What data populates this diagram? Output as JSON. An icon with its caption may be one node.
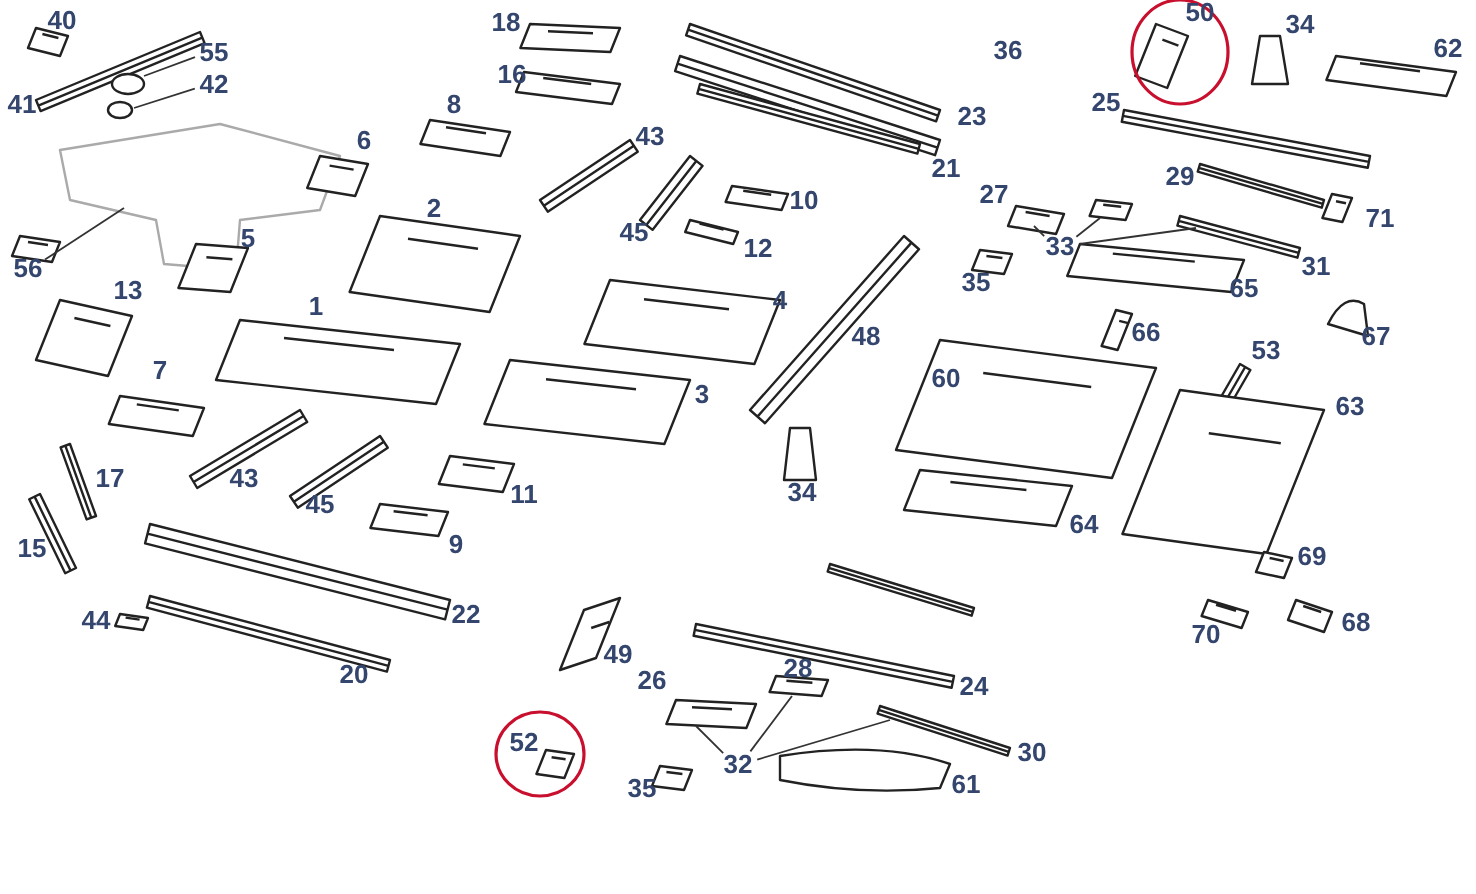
{
  "diagram": {
    "nodes": [
      {
        "text": [
          "55"
        ]
      },
      {
        "text": [
          "42"
        ]
      },
      {
        "text": [
          "56"
        ]
      },
      {
        "text": [
          "33"
        ]
      },
      {
        "text": [
          "32"
        ]
      }
    ],
    "edges": [
      {
        "from": 0,
        "to": null,
        "arrow": "none"
      },
      {
        "from": 1,
        "to": null,
        "arrow": "none"
      },
      {
        "from": 2,
        "to": null,
        "arrow": "none"
      },
      {
        "from": 3,
        "to": null,
        "arrow": "none"
      },
      {
        "from": 3,
        "to": null,
        "arrow": "none"
      },
      {
        "from": 3,
        "to": null,
        "arrow": "none"
      },
      {
        "from": 4,
        "to": null,
        "arrow": "none"
      },
      {
        "from": 4,
        "to": null,
        "arrow": "none"
      },
      {
        "from": 4,
        "to": null,
        "arrow": "none"
      }
    ],
    "labels": [
      "40",
      "18",
      "50",
      "34",
      "62",
      "36",
      "16",
      "25",
      "41",
      "8",
      "23",
      "43",
      "6",
      "21",
      "29",
      "27",
      "10",
      "2",
      "71",
      "45",
      "5",
      "12",
      "31",
      "35",
      "65",
      "13",
      "4",
      "1",
      "66",
      "48",
      "67",
      "53",
      "7",
      "60",
      "3",
      "63",
      "17",
      "43",
      "11",
      "34",
      "45",
      "64",
      "9",
      "15",
      "69",
      "22",
      "44",
      "68",
      "70",
      "49",
      "20",
      "28",
      "26",
      "24",
      "30",
      "52",
      "61",
      "35"
    ]
  }
}
